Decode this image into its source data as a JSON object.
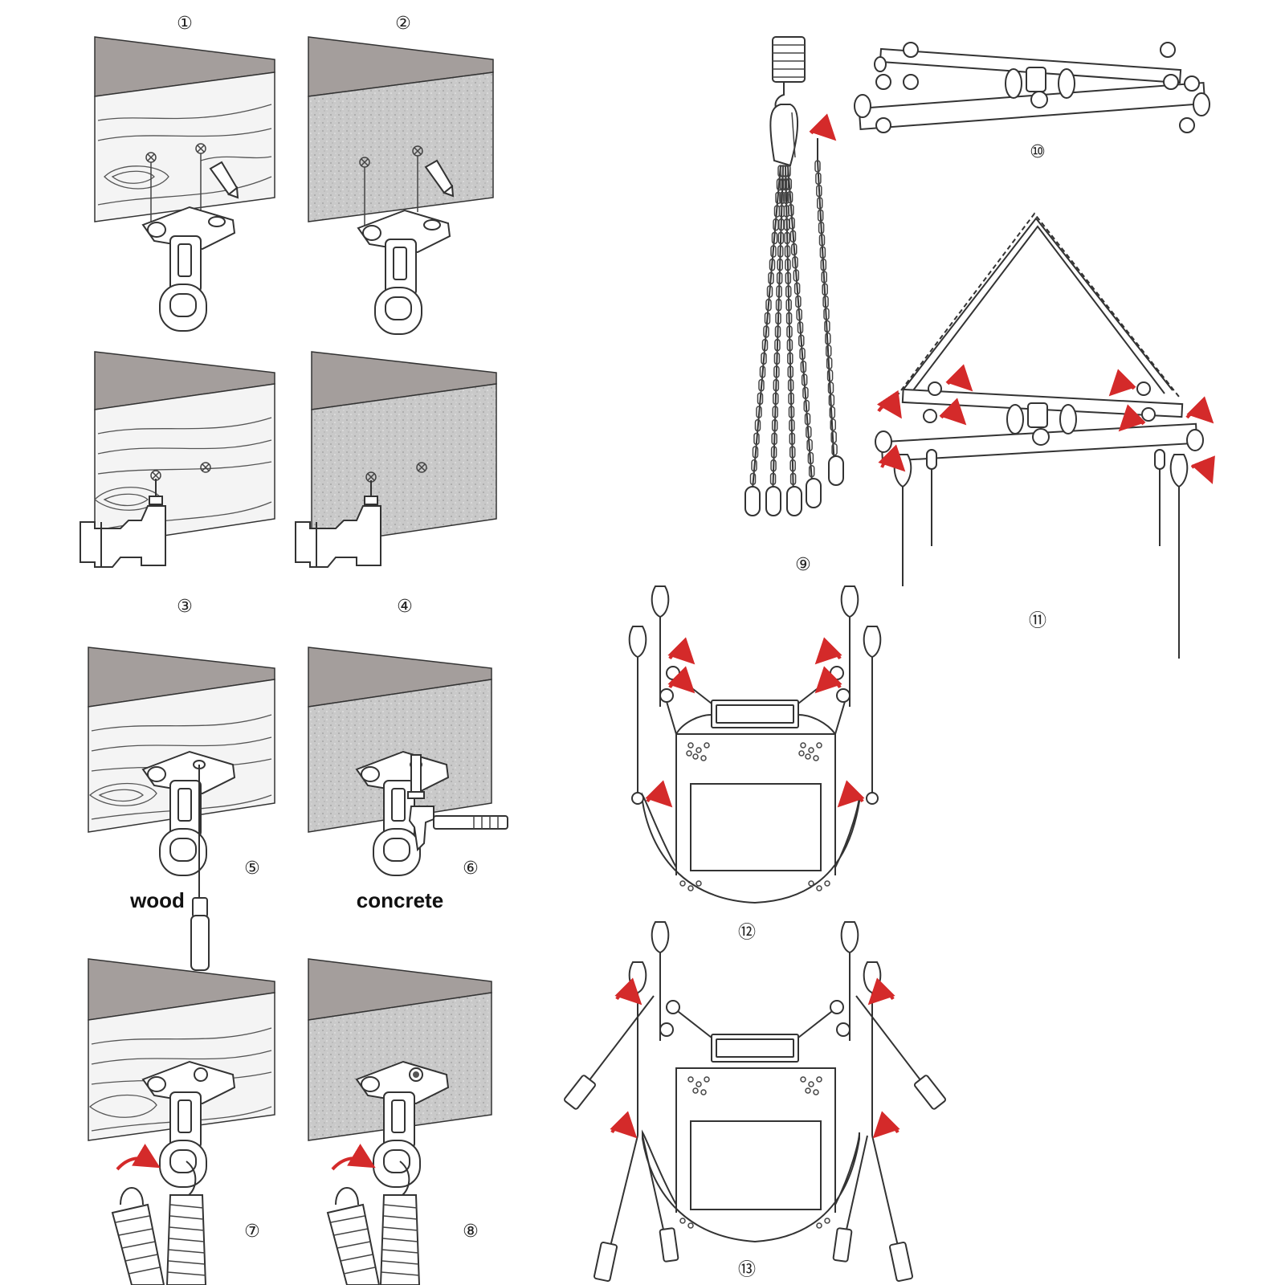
{
  "steps": [
    {
      "id": "1",
      "label": "①"
    },
    {
      "id": "2",
      "label": "②"
    },
    {
      "id": "3",
      "label": "③"
    },
    {
      "id": "4",
      "label": "④"
    },
    {
      "id": "5",
      "label": "⑤"
    },
    {
      "id": "6",
      "label": "⑥"
    },
    {
      "id": "7",
      "label": "⑦"
    },
    {
      "id": "8",
      "label": "⑧"
    },
    {
      "id": "9",
      "label": "⑨"
    },
    {
      "id": "10",
      "label": "⑩"
    },
    {
      "id": "11",
      "label": "⑪"
    },
    {
      "id": "12",
      "label": "⑫"
    },
    {
      "id": "13",
      "label": "⑬"
    }
  ],
  "materials": {
    "wood": "wood",
    "concrete": "concrete"
  },
  "colors": {
    "ceiling_top": "#a49e9c",
    "arrow": "#d42a2a",
    "line": "#333333"
  }
}
